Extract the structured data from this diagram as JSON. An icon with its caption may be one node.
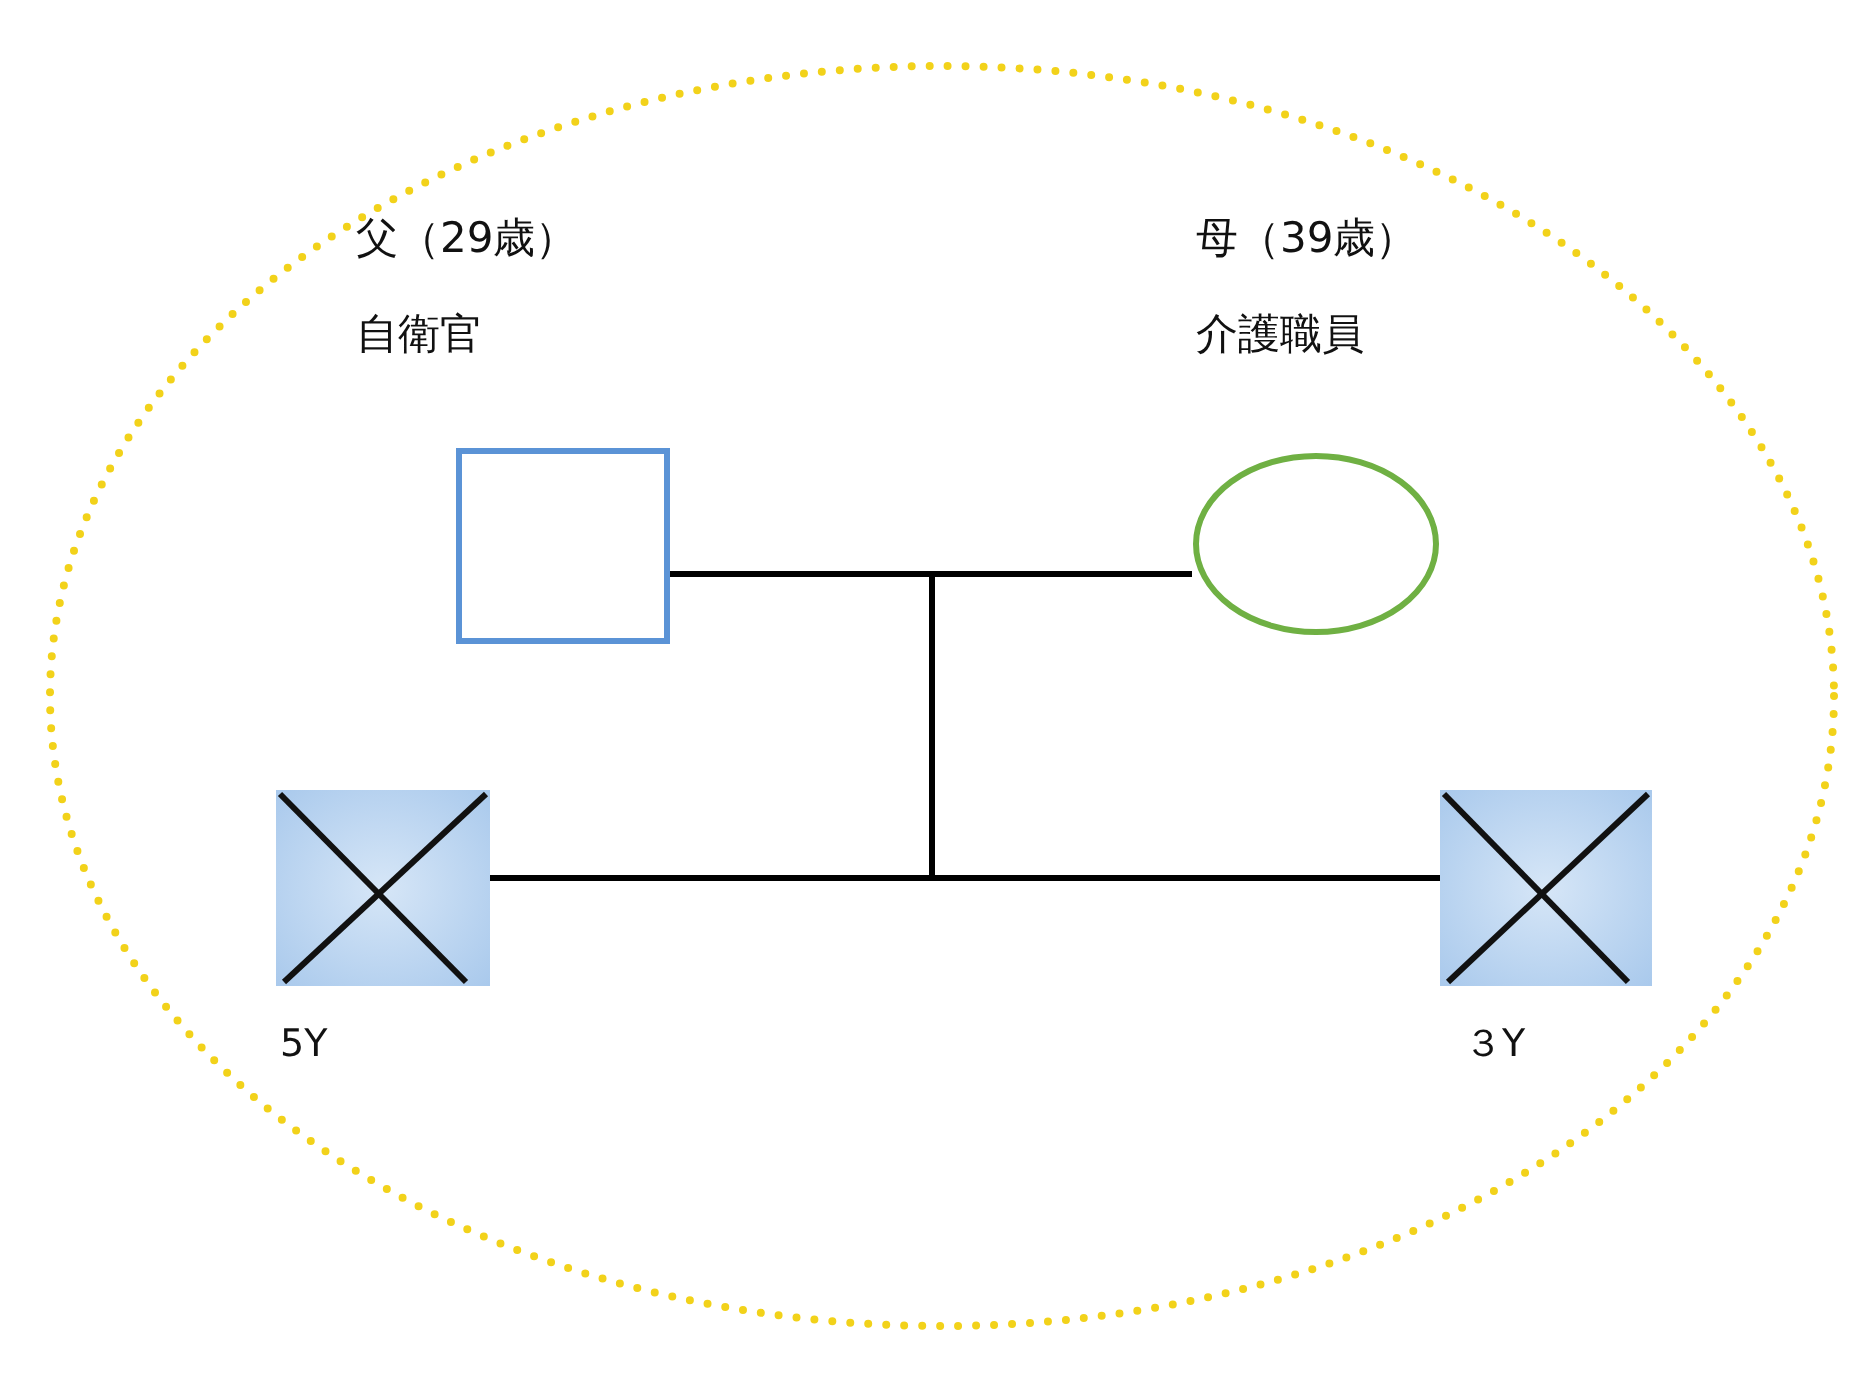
{
  "diagram": {
    "nodes": [
      {
        "text": [],
        "shape": "circle"
      },
      {
        "text": [
          "父（29歳）",
          "自衛官"
        ],
        "in": 0
      },
      {
        "text": [
          "母（39歳）",
          "介護職員"
        ],
        "in": 0
      },
      {
        "text": [
          "5Y"
        ],
        "in": 0
      },
      {
        "text": [
          "３Y"
        ],
        "in": 0
      }
    ],
    "edges": [
      {
        "from": 1,
        "to": 2,
        "arrow": "none"
      },
      {
        "from": 1,
        "to": 3,
        "arrow": "none"
      },
      {
        "from": 1,
        "to": 4,
        "arrow": "none"
      },
      {
        "from": 2,
        "to": 3,
        "arrow": "none"
      },
      {
        "from": 2,
        "to": 4,
        "arrow": "none"
      }
    ]
  }
}
